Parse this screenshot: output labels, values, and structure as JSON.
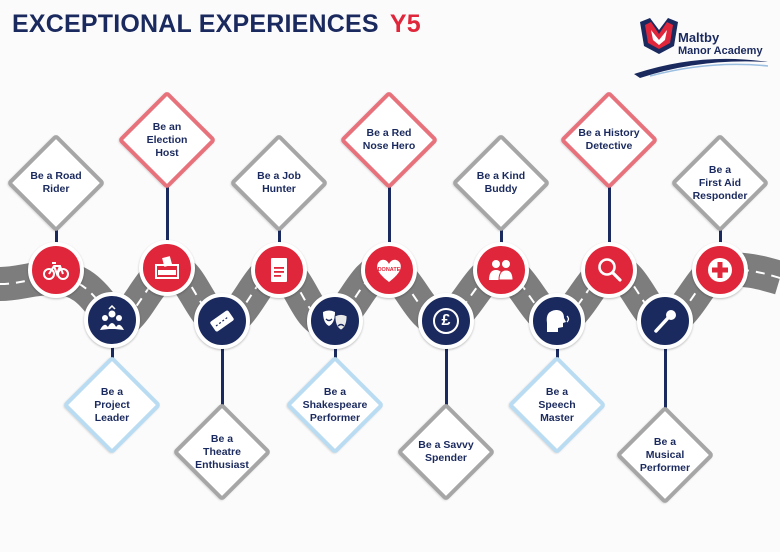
{
  "header": {
    "title": "EXCEPTIONAL EXPERIENCES",
    "year": "Y5"
  },
  "logo": {
    "line1": "Maltby",
    "line2": "Manor Academy"
  },
  "colors": {
    "navy": "#1b2a5e",
    "red": "#e0263a",
    "road": "#7d7d7d",
    "grey_border": "#a6a6a6",
    "pink_border": "#e8727c",
    "blue_border": "#b9dcf2"
  },
  "experiences": [
    {
      "label": "Be a Road\nRider",
      "icon": "bicycle-icon",
      "circle_color": "red",
      "border": "grey"
    },
    {
      "label": "Be a\nProject\nLeader",
      "icon": "group-icon",
      "circle_color": "navy",
      "border": "blue"
    },
    {
      "label": "Be an\nElection\nHost",
      "icon": "ballot-box-icon",
      "circle_color": "red",
      "border": "pink"
    },
    {
      "label": "Be a\nTheatre\nEnthusiast",
      "icon": "ticket-icon",
      "circle_color": "navy",
      "border": "grey"
    },
    {
      "label": "Be a Job\nHunter",
      "icon": "cv-icon",
      "circle_color": "red",
      "border": "grey"
    },
    {
      "label": "Be a\nShakespeare\nPerformer",
      "icon": "theatre-masks-icon",
      "circle_color": "navy",
      "border": "blue"
    },
    {
      "label": "Be a Red\nNose Hero",
      "icon": "donate-heart-icon",
      "icon_text": "DONATE",
      "circle_color": "red",
      "border": "pink"
    },
    {
      "label": "Be a Savvy\nSpender",
      "icon": "pound-icon",
      "icon_text": "£",
      "circle_color": "navy",
      "border": "grey"
    },
    {
      "label": "Be a Kind\nBuddy",
      "icon": "buddies-icon",
      "circle_color": "red",
      "border": "grey"
    },
    {
      "label": "Be a\nSpeech\nMaster",
      "icon": "speaking-head-icon",
      "circle_color": "navy",
      "border": "blue"
    },
    {
      "label": "Be a History\nDetective",
      "icon": "magnifier-icon",
      "circle_color": "red",
      "border": "pink"
    },
    {
      "label": "Be a\nMusical\nPerformer",
      "icon": "microphone-icon",
      "circle_color": "navy",
      "border": "grey"
    },
    {
      "label": "Be a\nFirst Aid\nResponder",
      "icon": "first-aid-icon",
      "circle_color": "red",
      "border": "grey"
    }
  ]
}
